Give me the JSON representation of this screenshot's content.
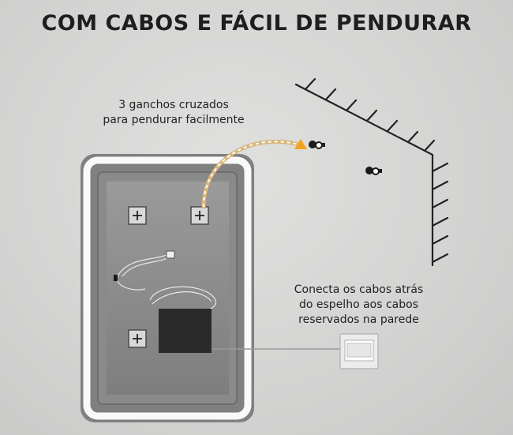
{
  "headline": "COM CABOS E FÁCIL DE PENDURAR",
  "hooks_caption": "3 ganchos cruzados\npara pendurar facilmente",
  "cables_caption": "Conecta os cabos atrás\ndo espelho aos cabos\nreservados na parede",
  "colors": {
    "text": "#1e1e1e",
    "accent": "#f2a21c",
    "mirror_back": "#8f8f8f",
    "backlight": "#ffffff",
    "cable_box": "#2a2a2a"
  },
  "icons": [
    "screw-hook-icon",
    "wall-outlet-icon",
    "warning-triangle-icon",
    "bracket-plus-icon"
  ]
}
